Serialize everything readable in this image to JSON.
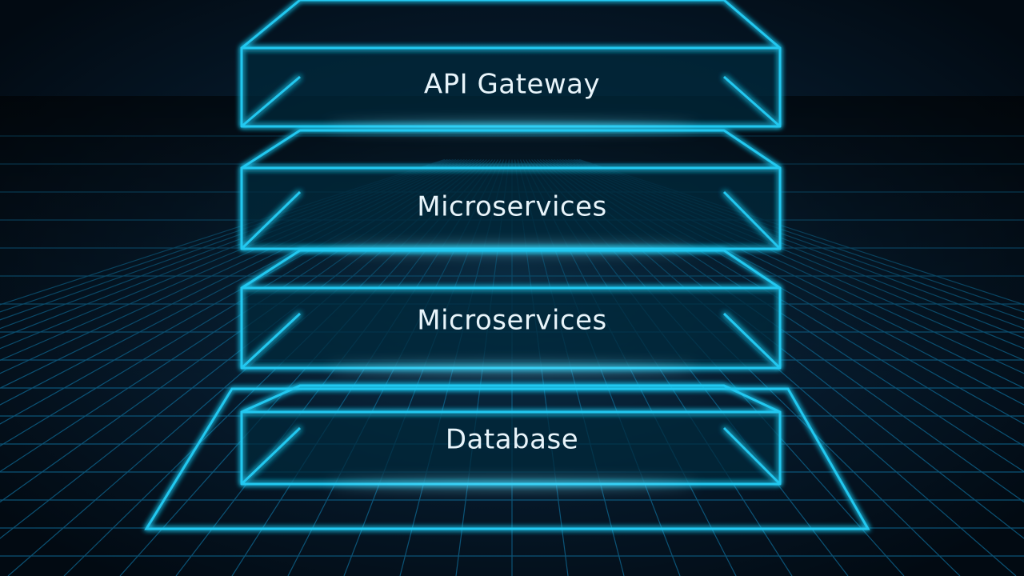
{
  "diagram": {
    "layers": [
      {
        "id": "api-gateway",
        "label": "API Gateway"
      },
      {
        "id": "microservices-1",
        "label": "Microservices"
      },
      {
        "id": "microservices-2",
        "label": "Microservices"
      },
      {
        "id": "database",
        "label": "Database"
      }
    ]
  },
  "colors": {
    "background": "#04111c",
    "neon": "#22c8f0",
    "neon_bright": "#7fe6ff",
    "grid": "#0d5f86",
    "text": "#e8f4fa"
  }
}
